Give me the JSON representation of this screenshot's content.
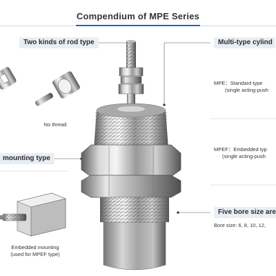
{
  "header": {
    "title": "Compendium of MPE Series"
  },
  "left_panel": {
    "rod_type_tag": "Two kinds of rod type",
    "no_thread_caption": "No thread",
    "mounting_tag": "mounting type",
    "embedded_caption_line1": "Embedded mounting",
    "embedded_caption_line2": "(used for MPEF type)"
  },
  "right_panel": {
    "cylinder_tag": "Multi-type cylind",
    "mpe_line1": "MPE：Standard type",
    "mpe_line2": "(single acting-push",
    "mpef_line1": "MPEF：Embedded typ",
    "mpef_line2": "(single acting-push",
    "bore_tag": "Five bore size are a",
    "bore_sizes": "Bore size: 6, 8, 10, 12,"
  },
  "colors": {
    "accent_rule": "#1f63c6",
    "tag_bg": "#e9eef5",
    "metal_light": "#e6e6e6",
    "metal_dark": "#6f6f6f"
  }
}
